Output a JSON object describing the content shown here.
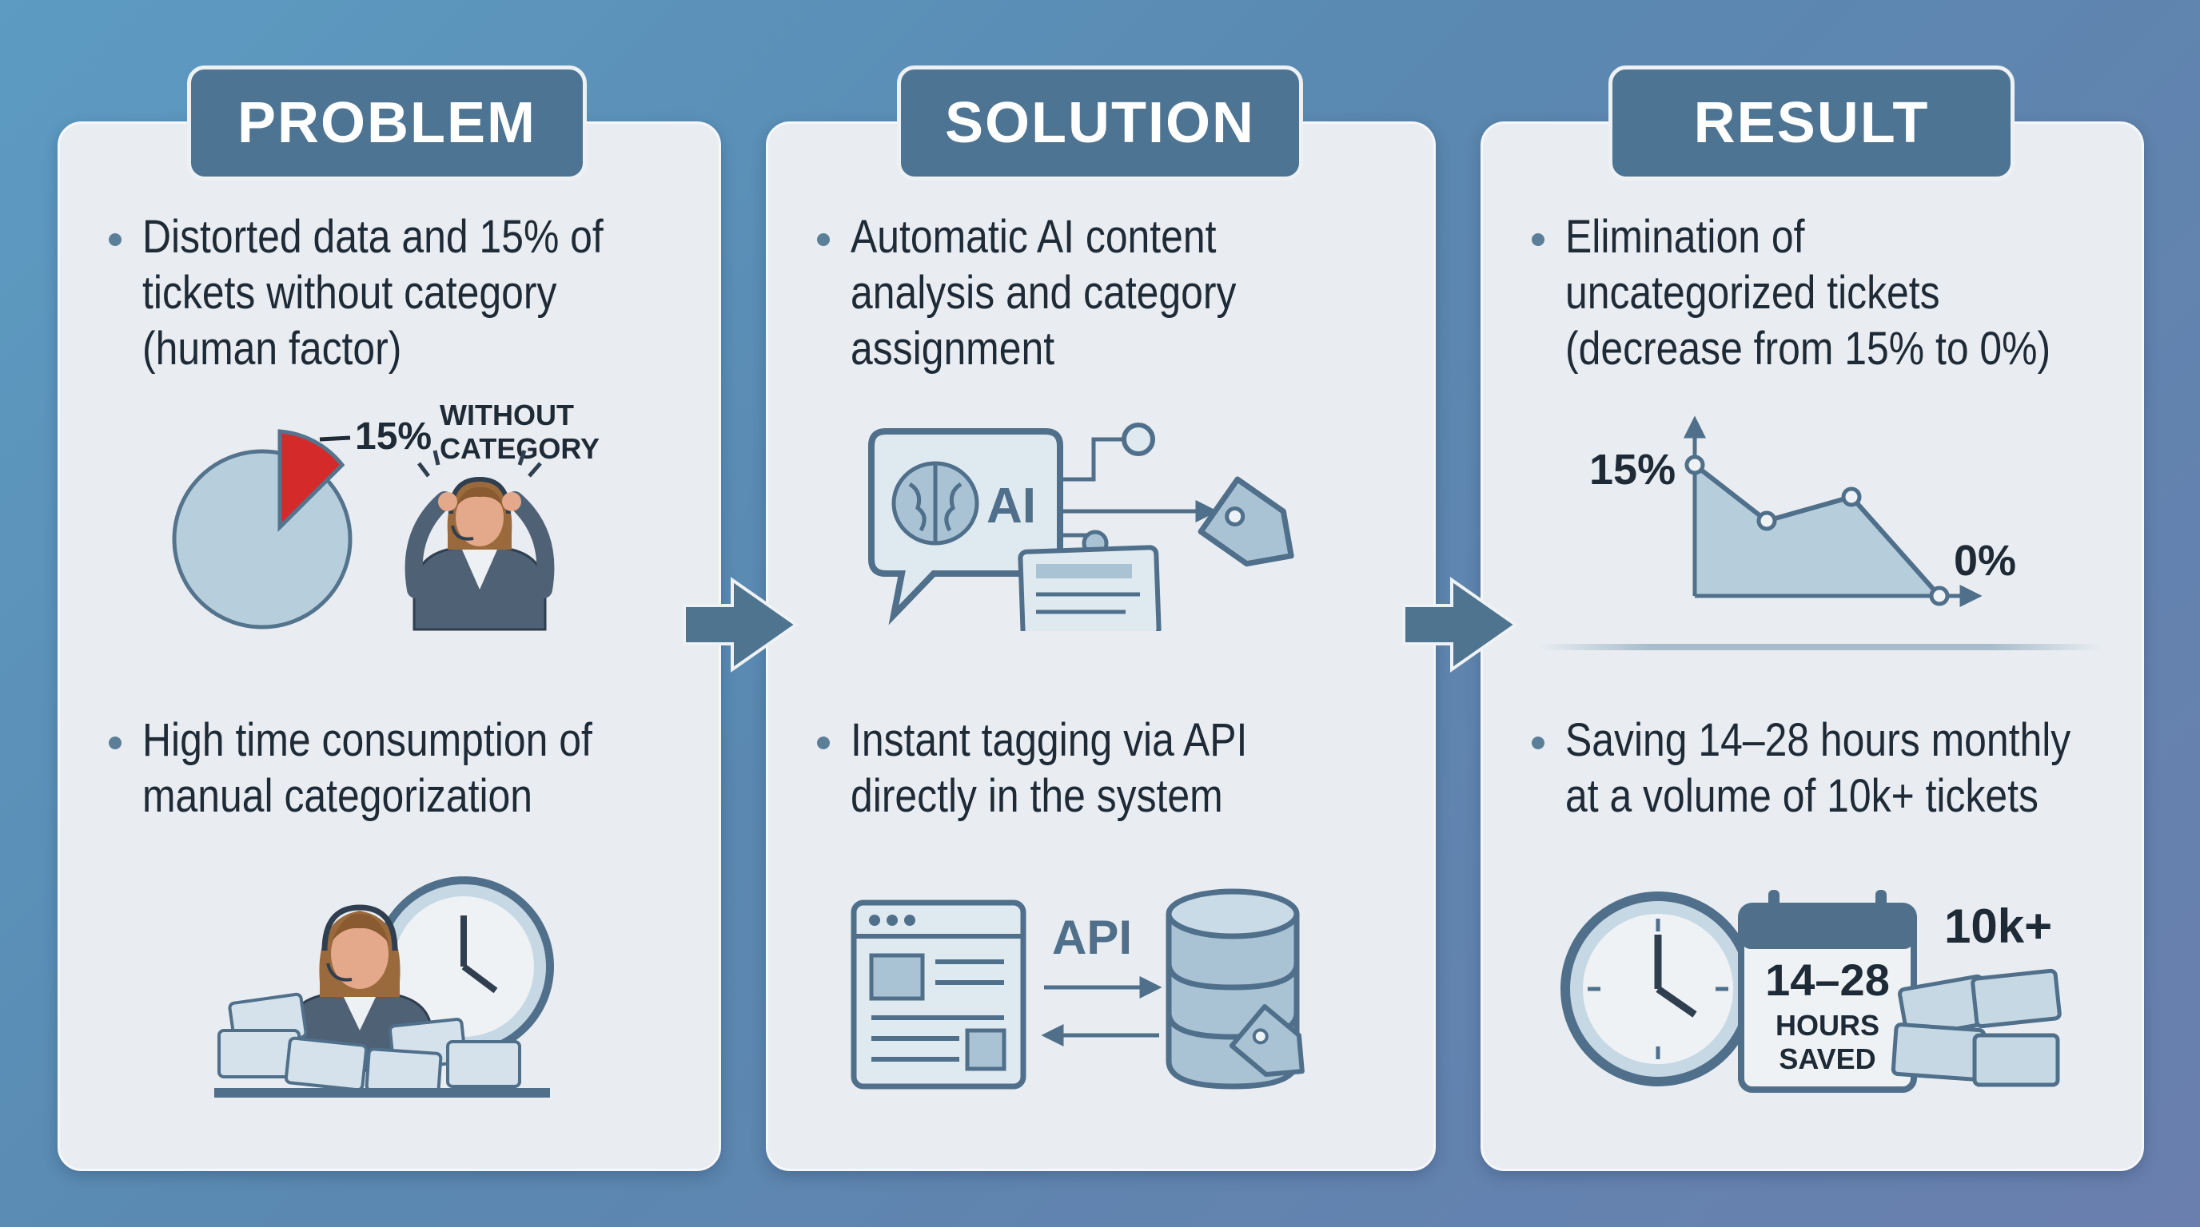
{
  "problem": {
    "title": "PROBLEM",
    "bullet1_line1": "Distorted data and 15% of",
    "bullet1_line2": "tickets without category",
    "bullet1_line3": "(human factor)",
    "pie_percent": "15%",
    "pie_label_line1": "WITHOUT",
    "pie_label_line2": "CATEGORY",
    "bullet2_line1": "High time consumption of",
    "bullet2_line2": "manual categorization"
  },
  "solution": {
    "title": "SOLUTION",
    "bullet1_line1": "Automatic AI content",
    "bullet1_line2": "analysis and category",
    "bullet1_line3": "assignment",
    "ai_label": "AI",
    "bullet2_line1": "Instant tagging via API",
    "bullet2_line2": "directly in the system",
    "api_label": "API"
  },
  "result": {
    "title": "RESULT",
    "bullet1_line1": "Elimination of",
    "bullet1_line2": "uncategorized tickets",
    "bullet1_line3": "(decrease from 15% to 0%)",
    "chart_start_label": "15%",
    "chart_end_label": "0%",
    "bullet2_line1": "Saving 14–28 hours monthly",
    "bullet2_line2": "at a volume of 10k+ tickets",
    "calendar_range": "14–28",
    "calendar_line1": "HOURS",
    "calendar_line2": "SAVED",
    "volume_label": "10k+"
  },
  "colors": {
    "tab": "#4d7593",
    "icon_fill": "#a9c3d4",
    "icon_stroke": "#4f6f8a",
    "alert_red": "#d42a2a",
    "text": "#1e2a36"
  }
}
